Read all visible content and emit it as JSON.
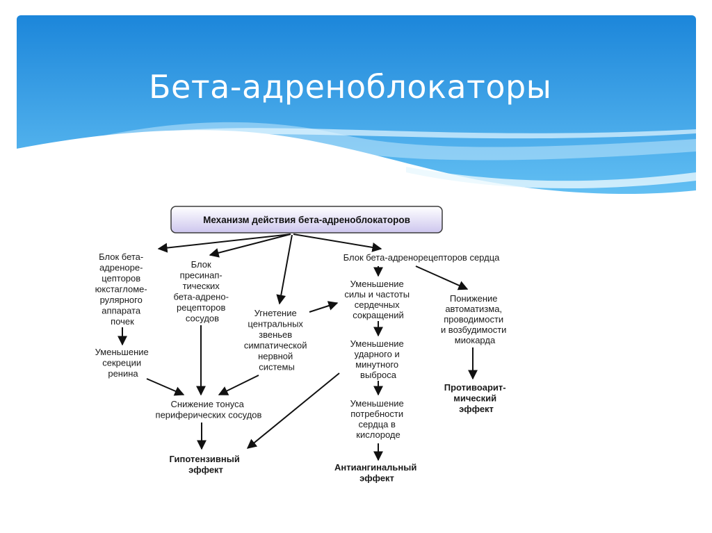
{
  "slide": {
    "title": "Бета-адреноблокаторы"
  },
  "colors": {
    "banner_top": "#1e88dc",
    "banner_bottom": "#6ec6f5",
    "wave": "#ffffff",
    "box_fill_top": "#ffffff",
    "box_fill_bottom": "#cfc8ef",
    "box_stroke": "#3b3b3b"
  },
  "diagram": {
    "root": "Механизм действия бета-адреноблокаторов",
    "nodes": {
      "renin_block": [
        "Блок бета-",
        "адреноре-",
        "цепторов",
        "юкстагломе-",
        "рулярного",
        "аппарата",
        "почек"
      ],
      "presynaptic_block": [
        "Блок",
        "пресинап-",
        "тических",
        "бета-адрено-",
        "рецепторов",
        "сосудов"
      ],
      "heart_block": [
        "Блок бета-адренорецепторов сердца"
      ],
      "cns_inhibition": [
        "Угнетение",
        "центральных",
        "звеньев",
        "симпатической",
        "нервной",
        "системы"
      ],
      "contraction_decrease": [
        "Уменьшение",
        "силы и частоты",
        "сердечных",
        "сокращений"
      ],
      "automatism_decrease": [
        "Понижение",
        "автоматизма,",
        "проводимости",
        "и возбудимости",
        "миокарда"
      ],
      "renin_secretion": [
        "Уменьшение",
        "секреции",
        "ренина"
      ],
      "output_decrease": [
        "Уменьшение",
        "ударного и",
        "минутного",
        "выброса"
      ],
      "vascular_tone": [
        "Снижение тонуса",
        "периферических сосудов"
      ],
      "oxygen_demand": [
        "Уменьшение",
        "потребности",
        "сердца в",
        "кислороде"
      ],
      "antiarrhythmic": [
        "Противоарит-",
        "мический",
        "эффект"
      ],
      "hypotensive": [
        "Гипотензивный",
        "эффект"
      ],
      "antianginal": [
        "Антиангинальный",
        "эффект"
      ]
    }
  }
}
